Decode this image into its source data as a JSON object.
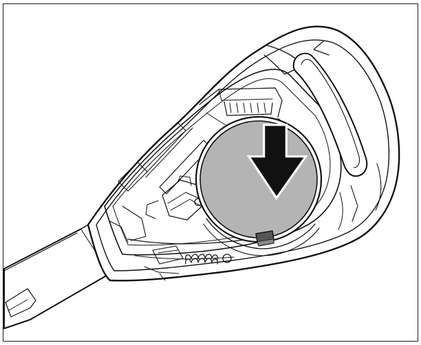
{
  "figure": {
    "kind": "line-drawing",
    "subject": "key-fob-battery-replacement",
    "colors": {
      "line": "#111111",
      "battery_fill": "#b4b4b4",
      "arrow_fill": "#111111",
      "arrow_outline": "#ffffff",
      "latch_fill": "#555555",
      "background": "#ffffff"
    },
    "icons": [
      "key-blade-icon",
      "key-fob-housing-icon",
      "coin-battery-icon",
      "down-arrow-icon",
      "spring-contact-icon",
      "battery-latch-icon"
    ],
    "arrow_direction": "down"
  }
}
